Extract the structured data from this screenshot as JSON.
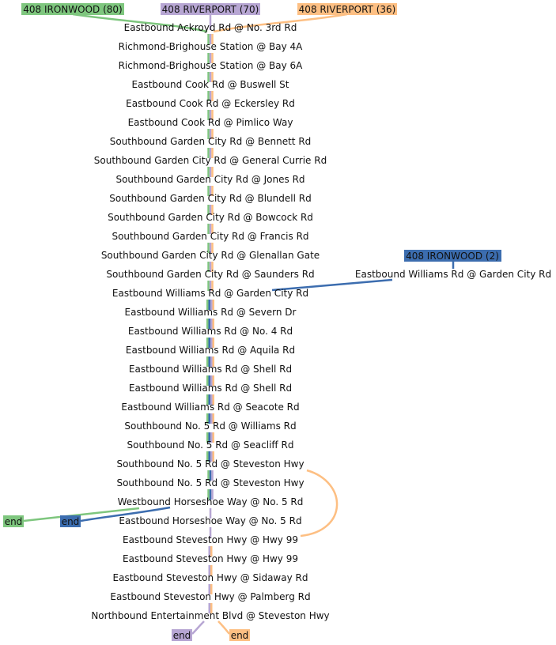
{
  "route_badges": [
    {
      "id": "ironwood80",
      "label": "408 IRONWOOD (80)",
      "color": "#7ec67e"
    },
    {
      "id": "riverport70",
      "label": "408 RIVERPORT (70)",
      "color": "#b7a6d3"
    },
    {
      "id": "riverport36",
      "label": "408 RIVERPORT (36)",
      "color": "#fdbf83"
    },
    {
      "id": "ironwood2",
      "label": "408 IRONWOOD (2)",
      "color": "#3c6daf"
    }
  ],
  "stops": [
    "Eastbound Ackroyd Rd @ No. 3rd Rd",
    "Richmond-Brighouse Station @ Bay 4A",
    "Richmond-Brighouse Station @ Bay 6A",
    "Eastbound Cook Rd @ Buswell St",
    "Eastbound Cook Rd @ Eckersley Rd",
    "Eastbound Cook Rd @ Pimlico Way",
    "Southbound Garden City Rd @ Bennett Rd",
    "Southbound Garden City Rd @ General Currie Rd",
    "Southbound Garden City Rd @ Jones Rd",
    "Southbound Garden City Rd @ Blundell Rd",
    "Southbound Garden City Rd @ Bowcock Rd",
    "Southbound Garden City Rd @ Francis Rd",
    "Southbound Garden City Rd @ Glenallan Gate",
    "Southbound Garden City Rd @ Saunders Rd",
    "Eastbound Williams Rd @ Garden City Rd",
    "Eastbound Williams Rd @ Severn Dr",
    "Eastbound Williams Rd @ No. 4 Rd",
    "Eastbound Williams Rd @ Aquila Rd",
    "Eastbound Williams Rd @ Shell Rd",
    "Eastbound Williams Rd @ Shell Rd",
    "Eastbound Williams Rd @ Seacote Rd",
    "Southbound No. 5 Rd @ Williams Rd",
    "Southbound No. 5 Rd @ Seacliff Rd",
    "Southbound No. 5 Rd @ Steveston Hwy",
    "Southbound No. 5 Rd @ Steveston Hwy",
    "Westbound Horseshoe Way @ No. 5 Rd",
    "Eastbound Horseshoe Way @ No. 5 Rd",
    "Eastbound Steveston Hwy @ Hwy 99",
    "Eastbound Steveston Hwy @ Hwy 99",
    "Eastbound Steveston Hwy @ Sidaway Rd",
    "Eastbound Steveston Hwy @ Palmberg Rd",
    "Northbound Entertainment Blvd @ Steveston Hwy"
  ],
  "branch_stop": "Eastbound Williams Rd @ Garden City Rd",
  "end_badges": [
    {
      "id": "end-ironwood80",
      "label": "end",
      "color": "#7ec67e"
    },
    {
      "id": "end-ironwood2",
      "label": "end",
      "color": "#3c6daf"
    },
    {
      "id": "end-riverport70",
      "label": "end",
      "color": "#b7a6d3"
    },
    {
      "id": "end-riverport36",
      "label": "end",
      "color": "#fdbf83"
    }
  ]
}
